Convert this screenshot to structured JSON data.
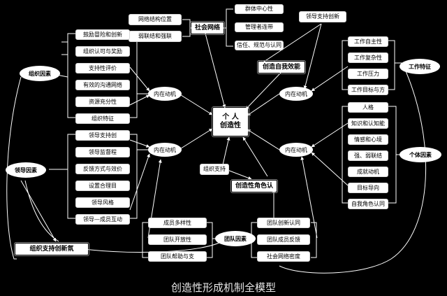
{
  "title": "创造性形成机制全模型",
  "center": {
    "line1": "个 人",
    "line2": "创造性"
  },
  "hubs": {
    "social_network": "社会网络",
    "creative_self_efficacy": "创造自我效能",
    "creative_role_identity": "创造性角色认",
    "org_support": "组织支持创新氛"
  },
  "ovals": {
    "org_factors": "组织因素",
    "leader_factors": "领导因素",
    "team_factors": "团队因素",
    "work_features": "工作特征",
    "individual_factors": "个体因素"
  },
  "motivation_nodes": {
    "intrinsic_ul": "内在动机",
    "intrinsic_ml": "内在动机",
    "intrinsic_ur": "内在动机",
    "intrinsic_mr": "内在动机"
  },
  "leader_support_text": "领导支持创新",
  "org_support_text": "组织支持",
  "social_network_items": [
    "网络结构位置",
    "弱联结和强联"
  ],
  "social_network_right_items": [
    "群体中心性",
    "管理者连带",
    "信任、规范与认同"
  ],
  "org_items": [
    "鼓励冒险和创新",
    "组织认可与奖励",
    "支持性评价",
    "有效的沟通网络",
    "资源充分性",
    "组织特征"
  ],
  "leader_items": [
    "领导支持创",
    "领导监督程",
    "反馈方式与效价",
    "设置合理目",
    "领导风格",
    "领导—成员互动"
  ],
  "team_items": [
    "成员多样性",
    "团队开放性",
    "团队帮助与支"
  ],
  "team_right_items": [
    "团队创新认同",
    "团队成员反馈",
    "社会网络密度"
  ],
  "work_items": [
    "工作自主性",
    "工作复杂性",
    "工作压力",
    "工作目标与方"
  ],
  "individual_items": [
    "人格",
    "知识和认知能",
    "情感和心境",
    "强、弱联结",
    "成就动机",
    "目标导向",
    "自我角色认同"
  ],
  "colors": {
    "background": "#000000",
    "box": "#ffffff",
    "line": "#ffffff",
    "text": "#000000"
  }
}
